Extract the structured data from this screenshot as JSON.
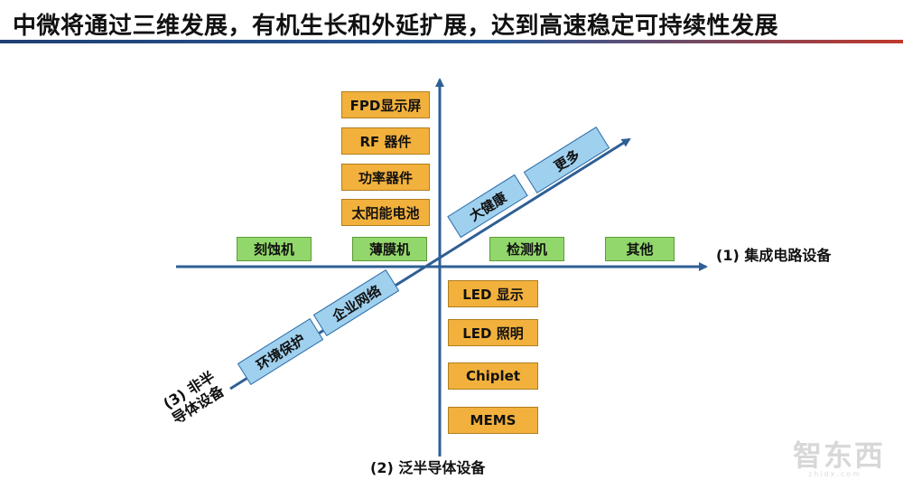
{
  "title": "中微将通过三维发展，有机生长和外延扩展，达到高速稳定可持续性发展",
  "axes": {
    "x_label": "(1) 集成电路设备",
    "y_label": "(2) 泛半导体设备",
    "diag_label_line1": "(3) 非半",
    "diag_label_line2": "导体设备"
  },
  "upper_boxes": [
    "FPD显示屏",
    "RF 器件",
    "功率器件",
    "太阳能电池"
  ],
  "lower_boxes": [
    "LED 显示",
    "LED 照明",
    "Chiplet",
    "MEMS"
  ],
  "green_boxes": [
    "刻蚀机",
    "薄膜机",
    "检测机",
    "其他"
  ],
  "blue_boxes": [
    "大健康",
    "更多",
    "企业网络",
    "环境保护"
  ],
  "colors": {
    "axis": "#2e5f95",
    "orange": "#f2b13c",
    "green": "#92d76b",
    "blue": "#9fd0ee"
  },
  "watermark": "智东西",
  "watermark_sub": "zhidx.com"
}
